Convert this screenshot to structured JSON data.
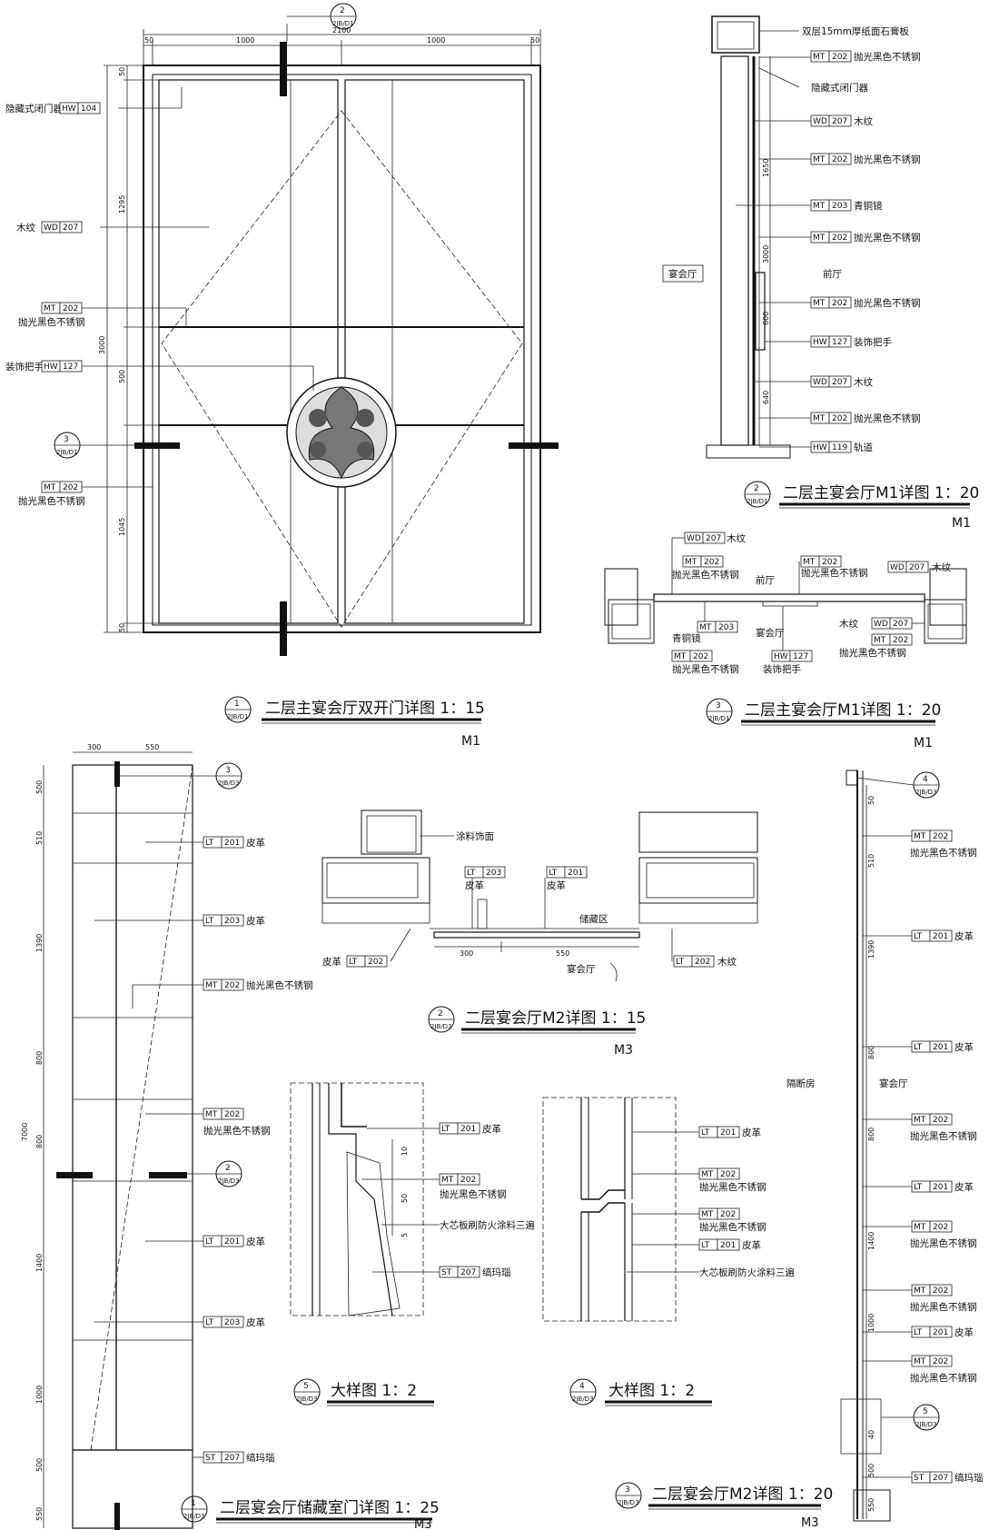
{
  "views": {
    "v1": {
      "num": "1",
      "ref": "2JB/D1",
      "title": "二层主宴会厅双开门详图 1：15",
      "code": "M1"
    },
    "v2": {
      "num": "2",
      "ref": "2JB/D1",
      "title": "二层主宴会厅M1详图 1：20",
      "code": "M1"
    },
    "v3": {
      "num": "3",
      "ref": "2JB/D1",
      "title": "二层主宴会厅M1详图 1：20",
      "code": "M1"
    },
    "v4": {
      "num": "1",
      "ref": "2JB/D3",
      "title": "二层宴会厅储藏室门详图 1：25",
      "code": "M3"
    },
    "v5": {
      "num": "2",
      "ref": "2JB/D3",
      "title": "二层宴会厅M2详图 1：15",
      "code": "M3"
    },
    "v6": {
      "num": "5",
      "ref": "2JB/D3",
      "title": "大样图 1：2"
    },
    "v7": {
      "num": "4",
      "ref": "2JB/D3",
      "title": "大样图 1：2"
    },
    "v8": {
      "num": "3",
      "ref": "2JB/D3",
      "title": "二层宴会厅M2详图 1：20",
      "code": "M3"
    }
  },
  "callouts": {
    "c_top2": {
      "num": "2",
      "ref": "2JB/D1"
    },
    "c_left3": {
      "num": "3",
      "ref": "2JB/D1"
    },
    "c_top3": {
      "num": "3",
      "ref": "2JB/D3"
    },
    "c_mid2": {
      "num": "2",
      "ref": "2JB/D3"
    },
    "c_top4": {
      "num": "4",
      "ref": "2JB/D3"
    },
    "c_bot5": {
      "num": "5",
      "ref": "2JB/D3"
    }
  },
  "dims": {
    "d50": "50",
    "d1000": "1000",
    "d2100": "2100",
    "d3000": "3000",
    "d1295": "1295",
    "d500": "500",
    "d1045": "1045",
    "d1650": "1650",
    "d600": "600",
    "d640": "640",
    "d300": "300",
    "d550": "550",
    "d510": "510",
    "d1390": "1390",
    "d800": "800",
    "d7000": "7000",
    "d1400": "1400",
    "d10": "10",
    "d5": "5",
    "d40": "40"
  },
  "codes": {
    "HW104": [
      "HW",
      "104"
    ],
    "WD207": [
      "WD",
      "207"
    ],
    "MT202": [
      "MT",
      "202"
    ],
    "HW127": [
      "HW",
      "127"
    ],
    "MT203": [
      "MT",
      "203"
    ],
    "HW119": [
      "HW",
      "119"
    ],
    "LT201": [
      "LT",
      "201"
    ],
    "LT203": [
      "LT",
      "203"
    ],
    "ST207": [
      "ST",
      "207"
    ],
    "LT202": [
      "LT",
      "202"
    ]
  },
  "materials": {
    "concealed_closer": "隐藏式闭门器",
    "wood": "木纹",
    "black_ss": "抛光黑色不锈钢",
    "handle": "装饰把手",
    "gypsum": "双层15mm厚纸面石膏板",
    "bronze_mirror": "青铜镜",
    "track": "轨道",
    "leather": "皮革",
    "onyx": "缟玛瑙",
    "paint": "涂料饰面",
    "fire_board": "大芯板刷防火涂料三遍"
  },
  "rooms": {
    "banquet": "宴会厅",
    "foyer": "前厅",
    "storage": "储藏区",
    "partition": "隔断房"
  }
}
